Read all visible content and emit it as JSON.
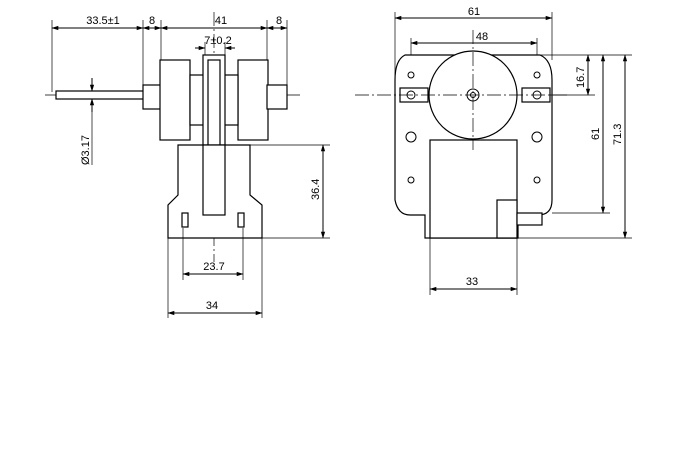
{
  "dimensions": {
    "shaft_length": "33.5±1",
    "left_width": "8",
    "overall_width": "41",
    "right_width": "8",
    "center_gap": "7±0.2",
    "shaft_diameter": "Ø3.17",
    "body_height": "36.4",
    "terminal_spacing": "23.7",
    "base_width": "34",
    "front_width": "61",
    "hole_spacing": "48",
    "axis_height": "16.7",
    "height_61": "61",
    "overall_height": "71.3",
    "coil_width": "33"
  }
}
